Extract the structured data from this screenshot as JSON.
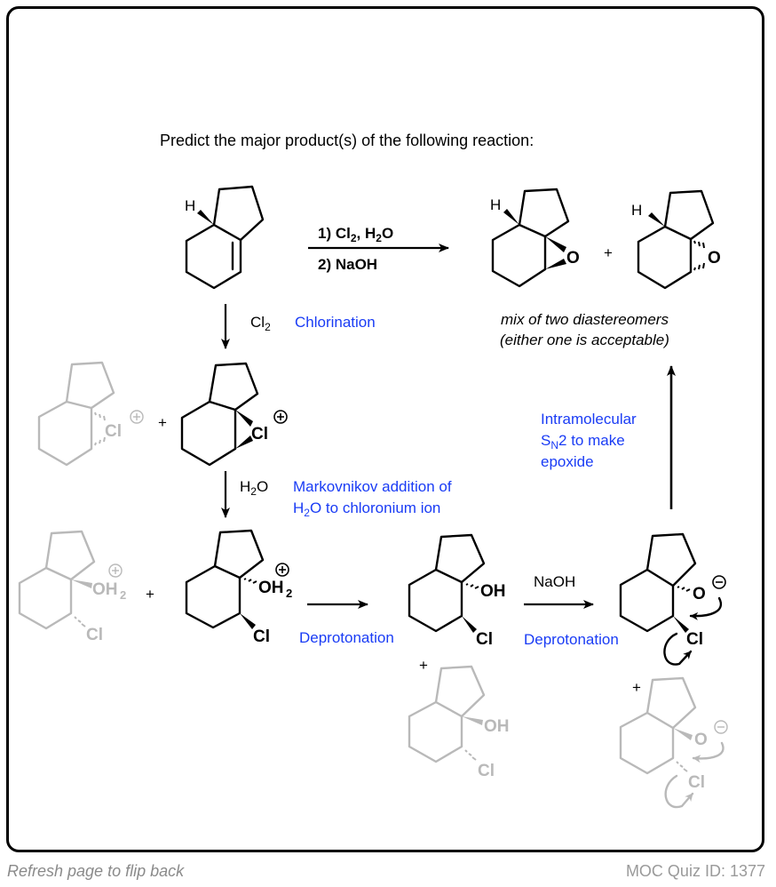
{
  "question": "Predict the major product(s) of the following reaction:",
  "reagents": {
    "step1": "1) Cl",
    "step1_sub": "2",
    "step1_rest": ", H",
    "step1_sub2": "2",
    "step1_end": "O",
    "step2": "2) NaOH"
  },
  "products_note": {
    "line1": "mix of two diastereomers",
    "line2": "(either one is acceptable)"
  },
  "steps": {
    "chlorination_reagent": "Cl",
    "chlorination_reagent_sub": "2",
    "chlorination_label": "Chlorination",
    "water_reagent_a": "H",
    "water_reagent_sub": "2",
    "water_reagent_b": "O",
    "markovnikov_line1": "Markovnikov addition of",
    "markovnikov_line2_a": "H",
    "markovnikov_line2_sub": "2",
    "markovnikov_line2_b": "O to chloronium ion",
    "deprotonation1": "Deprotonation",
    "naoh": "NaOH",
    "deprotonation2": "Deprotonation",
    "sn2_line1": "Intramolecular",
    "sn2_line2_a": "S",
    "sn2_line2_sub": "N",
    "sn2_line2_b": "2 to make",
    "sn2_line3": "epoxide"
  },
  "atoms": {
    "H": "H",
    "O": "O",
    "Cl": "Cl",
    "OH": "OH",
    "OH2": "OH",
    "sub2": "2",
    "plus": "+",
    "charge_plus": "+",
    "charge_minus": "−"
  },
  "colors": {
    "blue_annotation": "#1a3cf5",
    "faded_structure": "#b9b9b9"
  },
  "footer": {
    "flip": "Refresh page to flip back",
    "quiz_id": "MOC Quiz ID: 1377"
  }
}
